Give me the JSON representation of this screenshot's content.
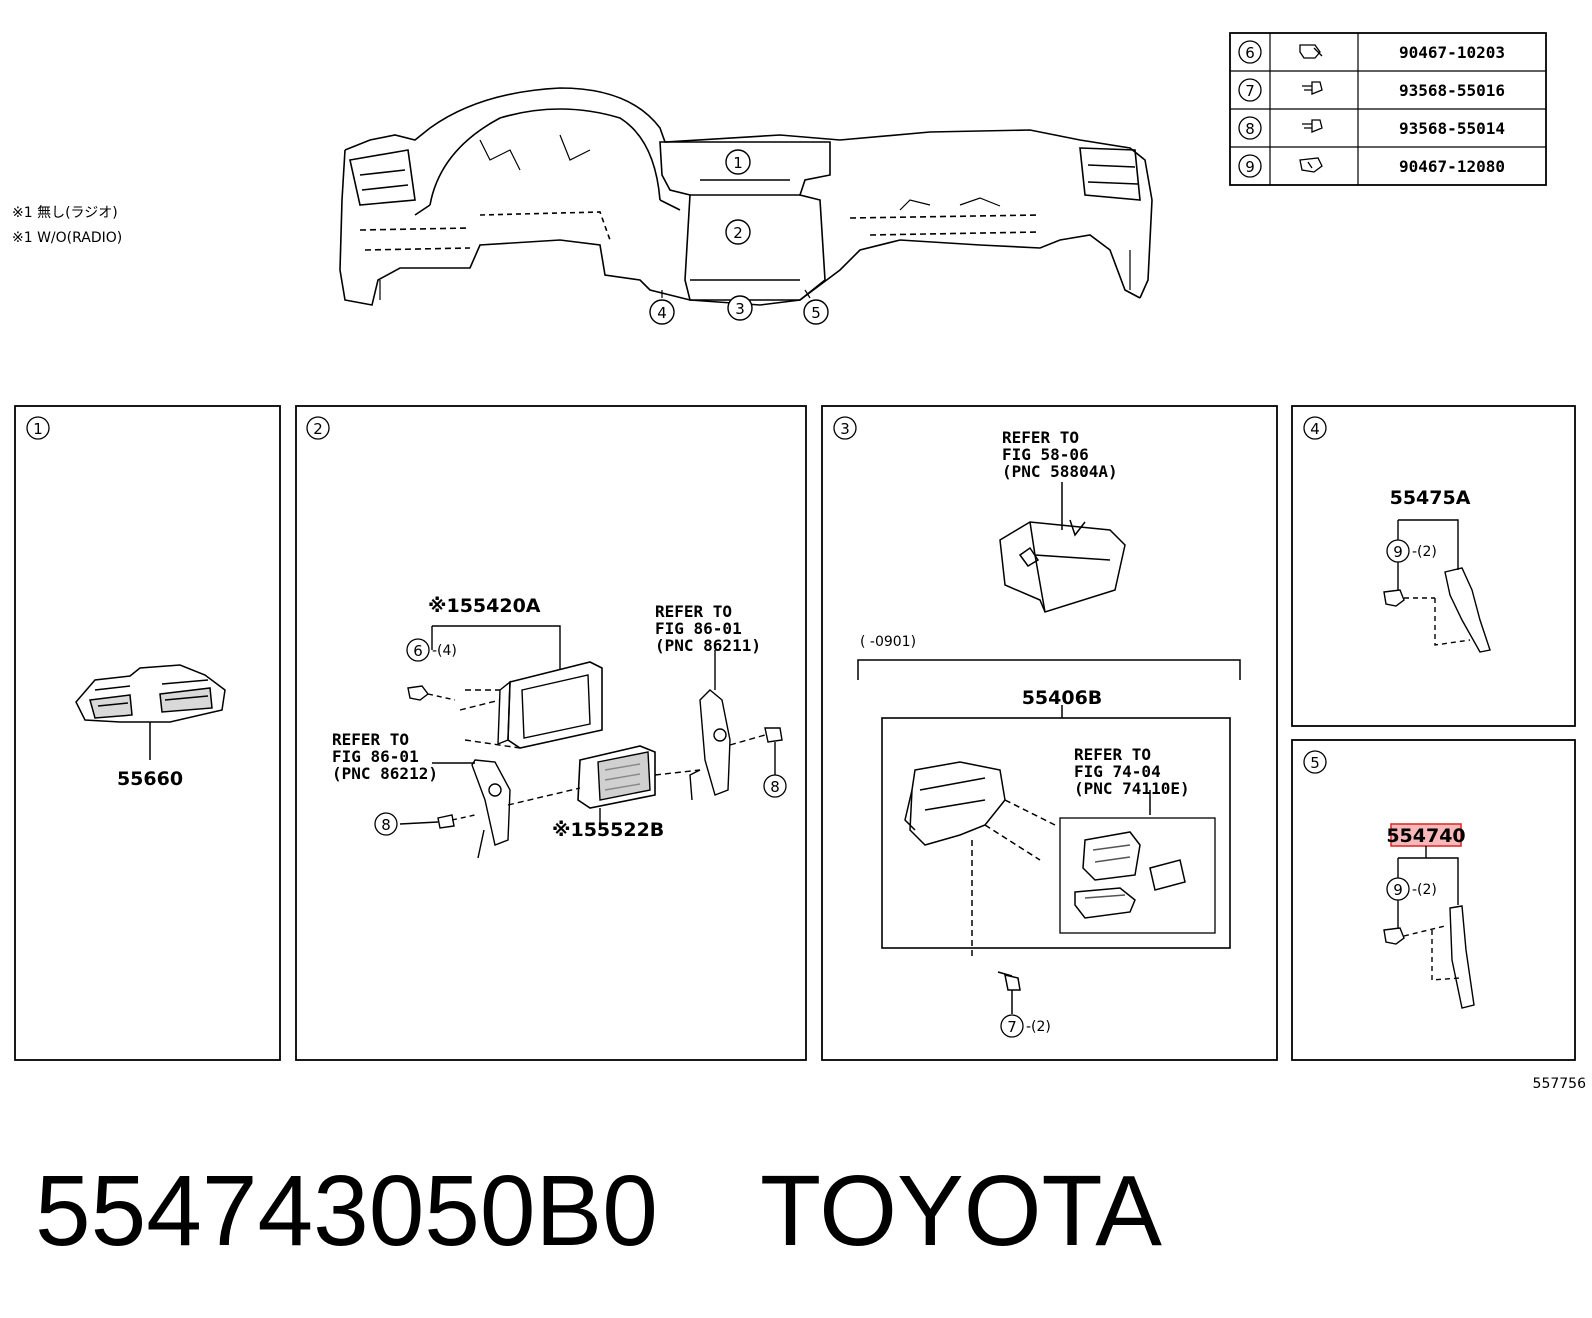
{
  "notes": {
    "line1": "※1  無し(ラジオ)",
    "line2": "※1  W/O(RADIO)"
  },
  "overview_callouts": [
    "1",
    "2",
    "3",
    "4",
    "5"
  ],
  "hardware_table": [
    {
      "ref": "6",
      "part": "90467-10203"
    },
    {
      "ref": "7",
      "part": "93568-55016"
    },
    {
      "ref": "8",
      "part": "93568-55014"
    },
    {
      "ref": "9",
      "part": "90467-12080"
    }
  ],
  "panels": {
    "p1": {
      "num": "1",
      "part": "55660"
    },
    "p2": {
      "num": "2",
      "part_a": "※155420A",
      "part_b": "※155522B",
      "callout_6": "6",
      "qty_6": "-(4)",
      "callout_8a": "8",
      "callout_8b": "8",
      "refer_right": [
        "REFER TO",
        "FIG 86-01",
        "(PNC 86211)"
      ],
      "refer_left": [
        "REFER TO",
        "FIG 86-01",
        "(PNC 86212)"
      ]
    },
    "p3": {
      "num": "3",
      "refer_top": [
        "REFER TO",
        "FIG 58-06",
        "(PNC 58804A)"
      ],
      "range": "(      -0901)",
      "part": "55406B",
      "refer_inner": [
        "REFER TO",
        "FIG 74-04",
        "(PNC 74110E)"
      ],
      "callout_7": "7",
      "qty_7": "-(2)"
    },
    "p4": {
      "num": "4",
      "part": "55475A",
      "callout_9": "9",
      "qty_9": "-(2)"
    },
    "p5": {
      "num": "5",
      "part": "554740",
      "callout_9": "9",
      "qty_9": "-(2)"
    }
  },
  "figure_id": "557756",
  "caption": {
    "part_number": "554743050B0",
    "brand": "TOYOTA"
  },
  "colors": {
    "highlight": "#e03030",
    "highlight_fill": "#f6b8b8"
  }
}
